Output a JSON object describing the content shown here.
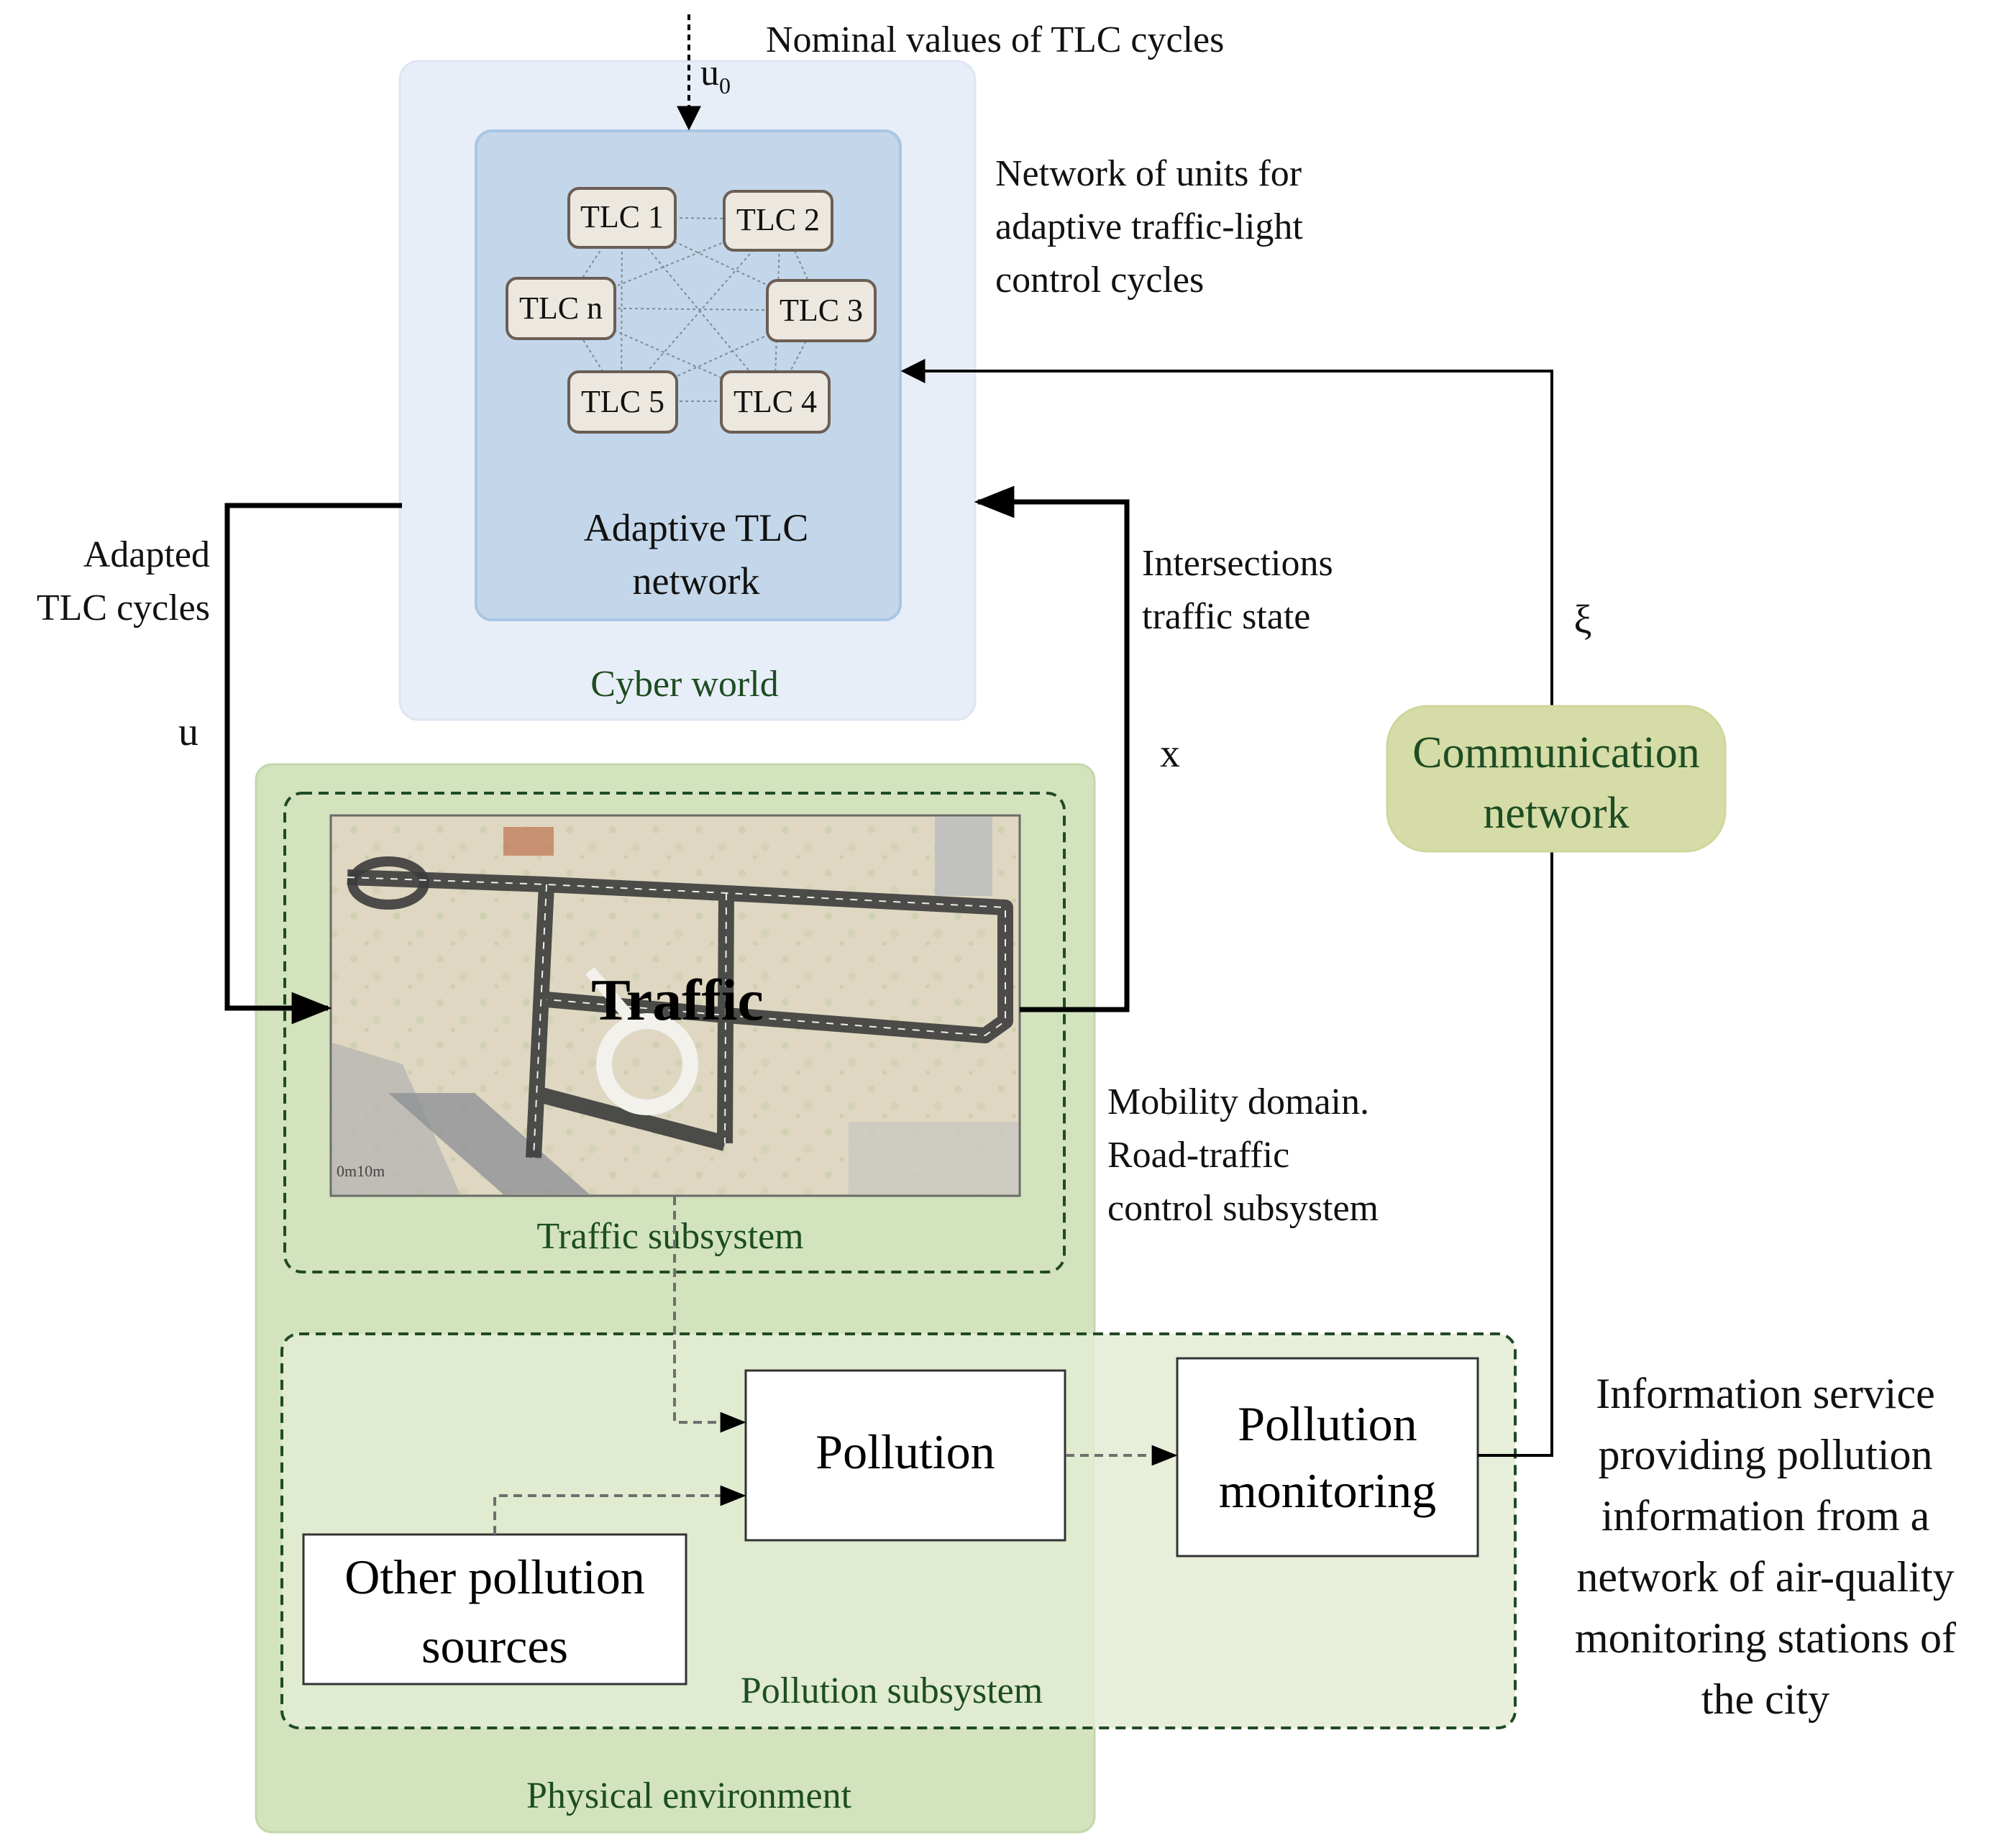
{
  "input": {
    "label": "Nominal values of TLC cycles",
    "symbol_main": "u",
    "symbol_sub": "0"
  },
  "cyber": {
    "region_label": "Cyber world",
    "network_label_line1": "Adaptive TLC",
    "network_label_line2": "network",
    "description": [
      "Network of units for",
      "adaptive traffic-light",
      "control cycles"
    ],
    "nodes": [
      "TLC 1",
      "TLC 2",
      "TLC 3",
      "TLC 4",
      "TLC 5",
      "TLC n"
    ]
  },
  "signals": {
    "adapted_label": [
      "Adapted",
      "TLC cycles"
    ],
    "u_symbol": "u",
    "state_label": [
      "Intersections",
      "traffic state"
    ],
    "x_symbol": "x",
    "xi_symbol": "ξ"
  },
  "communication": {
    "label_line1": "Communication",
    "label_line2": "network"
  },
  "physical": {
    "region_label": "Physical environment",
    "traffic_subsystem_label": "Traffic subsystem",
    "traffic_label": "Traffic",
    "map_scale": "0m10m",
    "mobility_description": [
      "Mobility domain.",
      "Road-traffic",
      "control subsystem"
    ],
    "pollution_subsystem_label": "Pollution subsystem",
    "pollution_label": "Pollution",
    "monitoring_label": [
      "Pollution",
      "monitoring"
    ],
    "other_sources_label": [
      "Other pollution",
      "sources"
    ]
  },
  "info_service": [
    "Information service",
    "providing pollution",
    "information from a",
    "network of air-quality",
    "monitoring stations of",
    "the city"
  ],
  "colors": {
    "cyber_outer": "#e8eef7",
    "cyber_inner": "#c4d7ea",
    "physical": "#d2e3bd",
    "pollution_region": "#e4eed7",
    "communication": "#d6dca7",
    "green_text": "#1d4d22"
  }
}
